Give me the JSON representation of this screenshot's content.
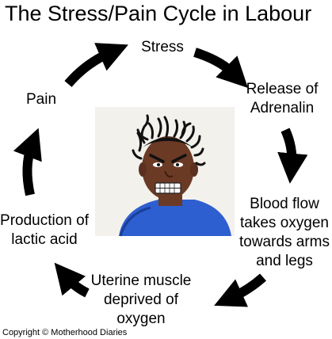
{
  "title": "The Stress/Pain Cycle in Labour",
  "cycle": {
    "stress": "Stress",
    "adrenalin": "Release of\nAdrenalin",
    "blood_flow": "Blood flow\ntakes oxygen\ntowards arms\nand legs",
    "uterine": "Uterine muscle\ndeprived of\noxygen",
    "lactic": "Production of\nlactic acid",
    "pain": "Pain"
  },
  "illustration": "stressed-face-illustration",
  "copyright": "Copyright © Motherhood Diaries",
  "colors": {
    "arrow": "#000000",
    "skin": "#6b3a24",
    "shirt": "#2e5fd0",
    "paper": "#f3f1ec"
  }
}
